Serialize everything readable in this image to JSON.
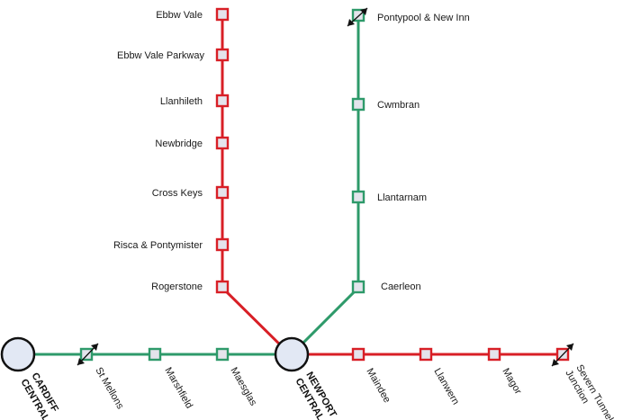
{
  "colors": {
    "red_line": "#d81f26",
    "green_line": "#2e9a6a",
    "station_fill": "#e4e4ec",
    "interchange_fill": "#e2e8f4",
    "interchange_stroke": "#111111",
    "arrow": "#111111"
  },
  "stations": {
    "ebbw_vale": "Ebbw Vale",
    "ebbw_vale_parkway": "Ebbw Vale Parkway",
    "llanhileth": "Llanhileth",
    "newbridge": "Newbridge",
    "cross_keys": "Cross Keys",
    "risca": "Risca & Pontymister",
    "rogerstone": "Rogerstone",
    "pontypool": "Pontypool & New Inn",
    "cwmbran": "Cwmbran",
    "llantarnam": "Llantarnam",
    "caerleon": "Caerleon",
    "st_mellons": "St Mellons",
    "marshfield": "Marshfield",
    "maesglas": "Maesglas",
    "maindee": "Maindee",
    "llanwern": "Llanwern",
    "magor": "Magor",
    "severn_tunnel_line1": "Severn Tunnel",
    "severn_tunnel_line2": "Junction"
  },
  "interchanges": {
    "cardiff_line1": "CARDIFF",
    "cardiff_line2": "CENTRAL",
    "newport_line1": "NEWPORT",
    "newport_line2": "CENTRAL"
  }
}
